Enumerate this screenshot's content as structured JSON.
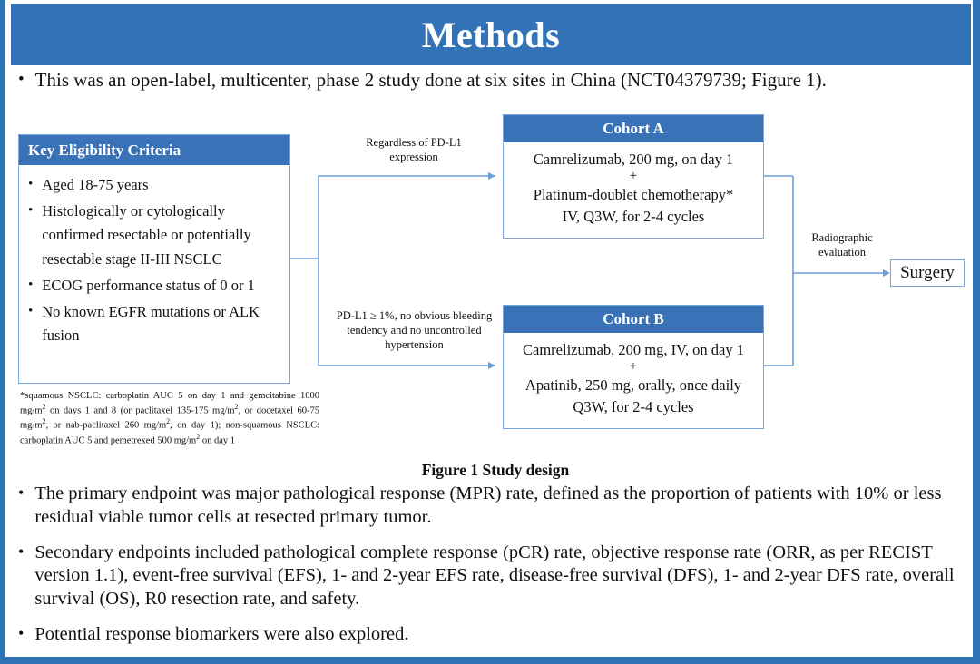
{
  "slide": {
    "title": "Methods",
    "accent_color": "#3273b8",
    "border_color": "#2e74b5",
    "box_border_color": "#7aa6d8",
    "bullet_glyph": "•"
  },
  "lead_bullet": "This was an open-label, multicenter, phase 2 study done at six sites in China (NCT04379739; Figure 1).",
  "figure": {
    "caption": "Figure 1 Study design",
    "eligibility": {
      "header": "Key  Eligibility Criteria",
      "items": [
        "Aged 18-75 years",
        "Histologically or cytologically confirmed resectable or potentially resectable stage II-III  NSCLC",
        "ECOG performance status of 0 or 1",
        "No known EGFR mutations or ALK fusion"
      ]
    },
    "footnote_parts": {
      "p1": "*squamous NSCLC: carboplatin AUC 5 on day 1 and gemcitabine 1000 mg/m",
      "p2": " on days 1 and 8 (or paclitaxel 135-175 mg/m",
      "p3": ", or docetaxel 60-75 mg/m",
      "p4": ", or nab-paclitaxel 260 mg/m",
      "p5": ", on day 1); non-squamous NSCLC: carboplatin AUC 5 and pemetrexed 500 mg/m",
      "p6": " on day 1",
      "sup": "2"
    },
    "cohort_a": {
      "header": "Cohort A",
      "line1": "Camrelizumab, 200 mg, on day 1",
      "plus": "+",
      "line2": "Platinum-doublet chemotherapy*",
      "line3": "IV, Q3W, for 2-4 cycles"
    },
    "cohort_b": {
      "header": "Cohort B",
      "line1": "Camrelizumab, 200 mg, IV, on day 1",
      "plus": "+",
      "line2": "Apatinib, 250 mg, orally, once daily",
      "line3": "Q3W, for 2-4 cycles"
    },
    "label_top": "Regardless of PD-L1 expression",
    "label_bottom": "PD-L1 ≥ 1%, no obvious bleeding tendency and no uncontrolled hypertension",
    "label_radiographic": "Radiographic evaluation",
    "surgery": "Surgery"
  },
  "bottom_bullets": [
    "The primary endpoint was major pathological response (MPR) rate, defined as the proportion of patients with 10% or less residual viable tumor cells at resected primary tumor.",
    "Secondary endpoints included pathological complete response (pCR) rate, objective response rate (ORR, as per RECIST version 1.1), event-free survival (EFS), 1- and 2-year EFS rate, disease-free survival (DFS), 1- and 2-year DFS rate, overall survival (OS), R0 resection rate, and safety.",
    "Potential response biomarkers were also explored."
  ]
}
